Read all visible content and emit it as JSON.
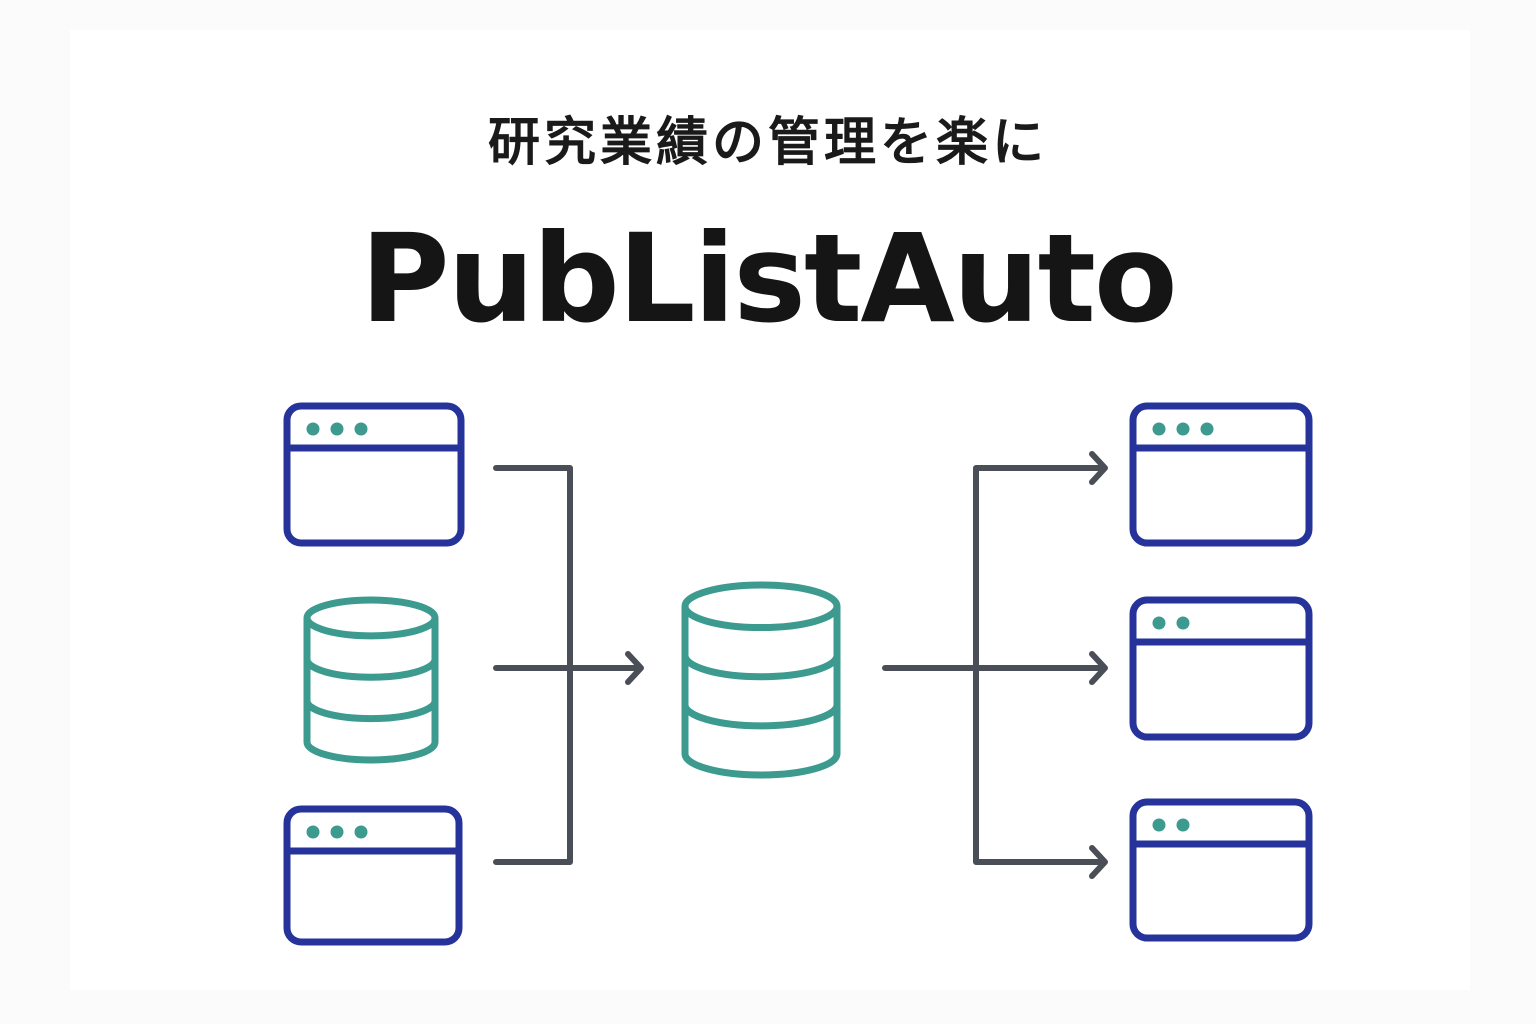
{
  "header": {
    "tagline": "研究業績の管理を楽に",
    "title": "PubListAuto"
  },
  "diagram": {
    "sources": [
      {
        "type": "window",
        "dots": 3
      },
      {
        "type": "database"
      },
      {
        "type": "window",
        "dots": 3
      }
    ],
    "hub": {
      "type": "database"
    },
    "outputs": [
      {
        "type": "window",
        "dots": 3
      },
      {
        "type": "window",
        "dots": 2
      },
      {
        "type": "window",
        "dots": 2
      }
    ]
  },
  "colors": {
    "window_stroke": "#25339a",
    "database_stroke": "#3c9a8f",
    "dot_fill": "#3c9a8f",
    "connector": "#4a4e56",
    "title_text": "#151515",
    "background": "#ffffff"
  },
  "icons": [
    "browser-window-icon",
    "database-icon",
    "arrow-right-icon"
  ]
}
